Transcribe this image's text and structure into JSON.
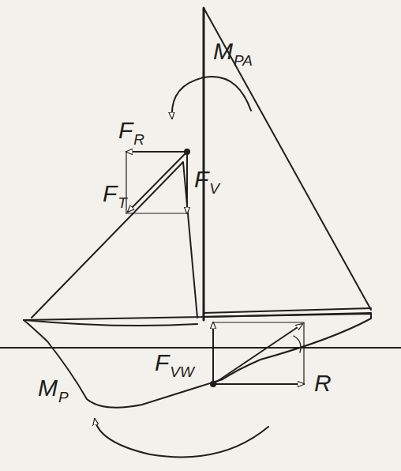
{
  "diagram": {
    "labels": [
      "MPA",
      "FR",
      "FT",
      "FV",
      "FVW",
      "R",
      "MP"
    ]
  }
}
